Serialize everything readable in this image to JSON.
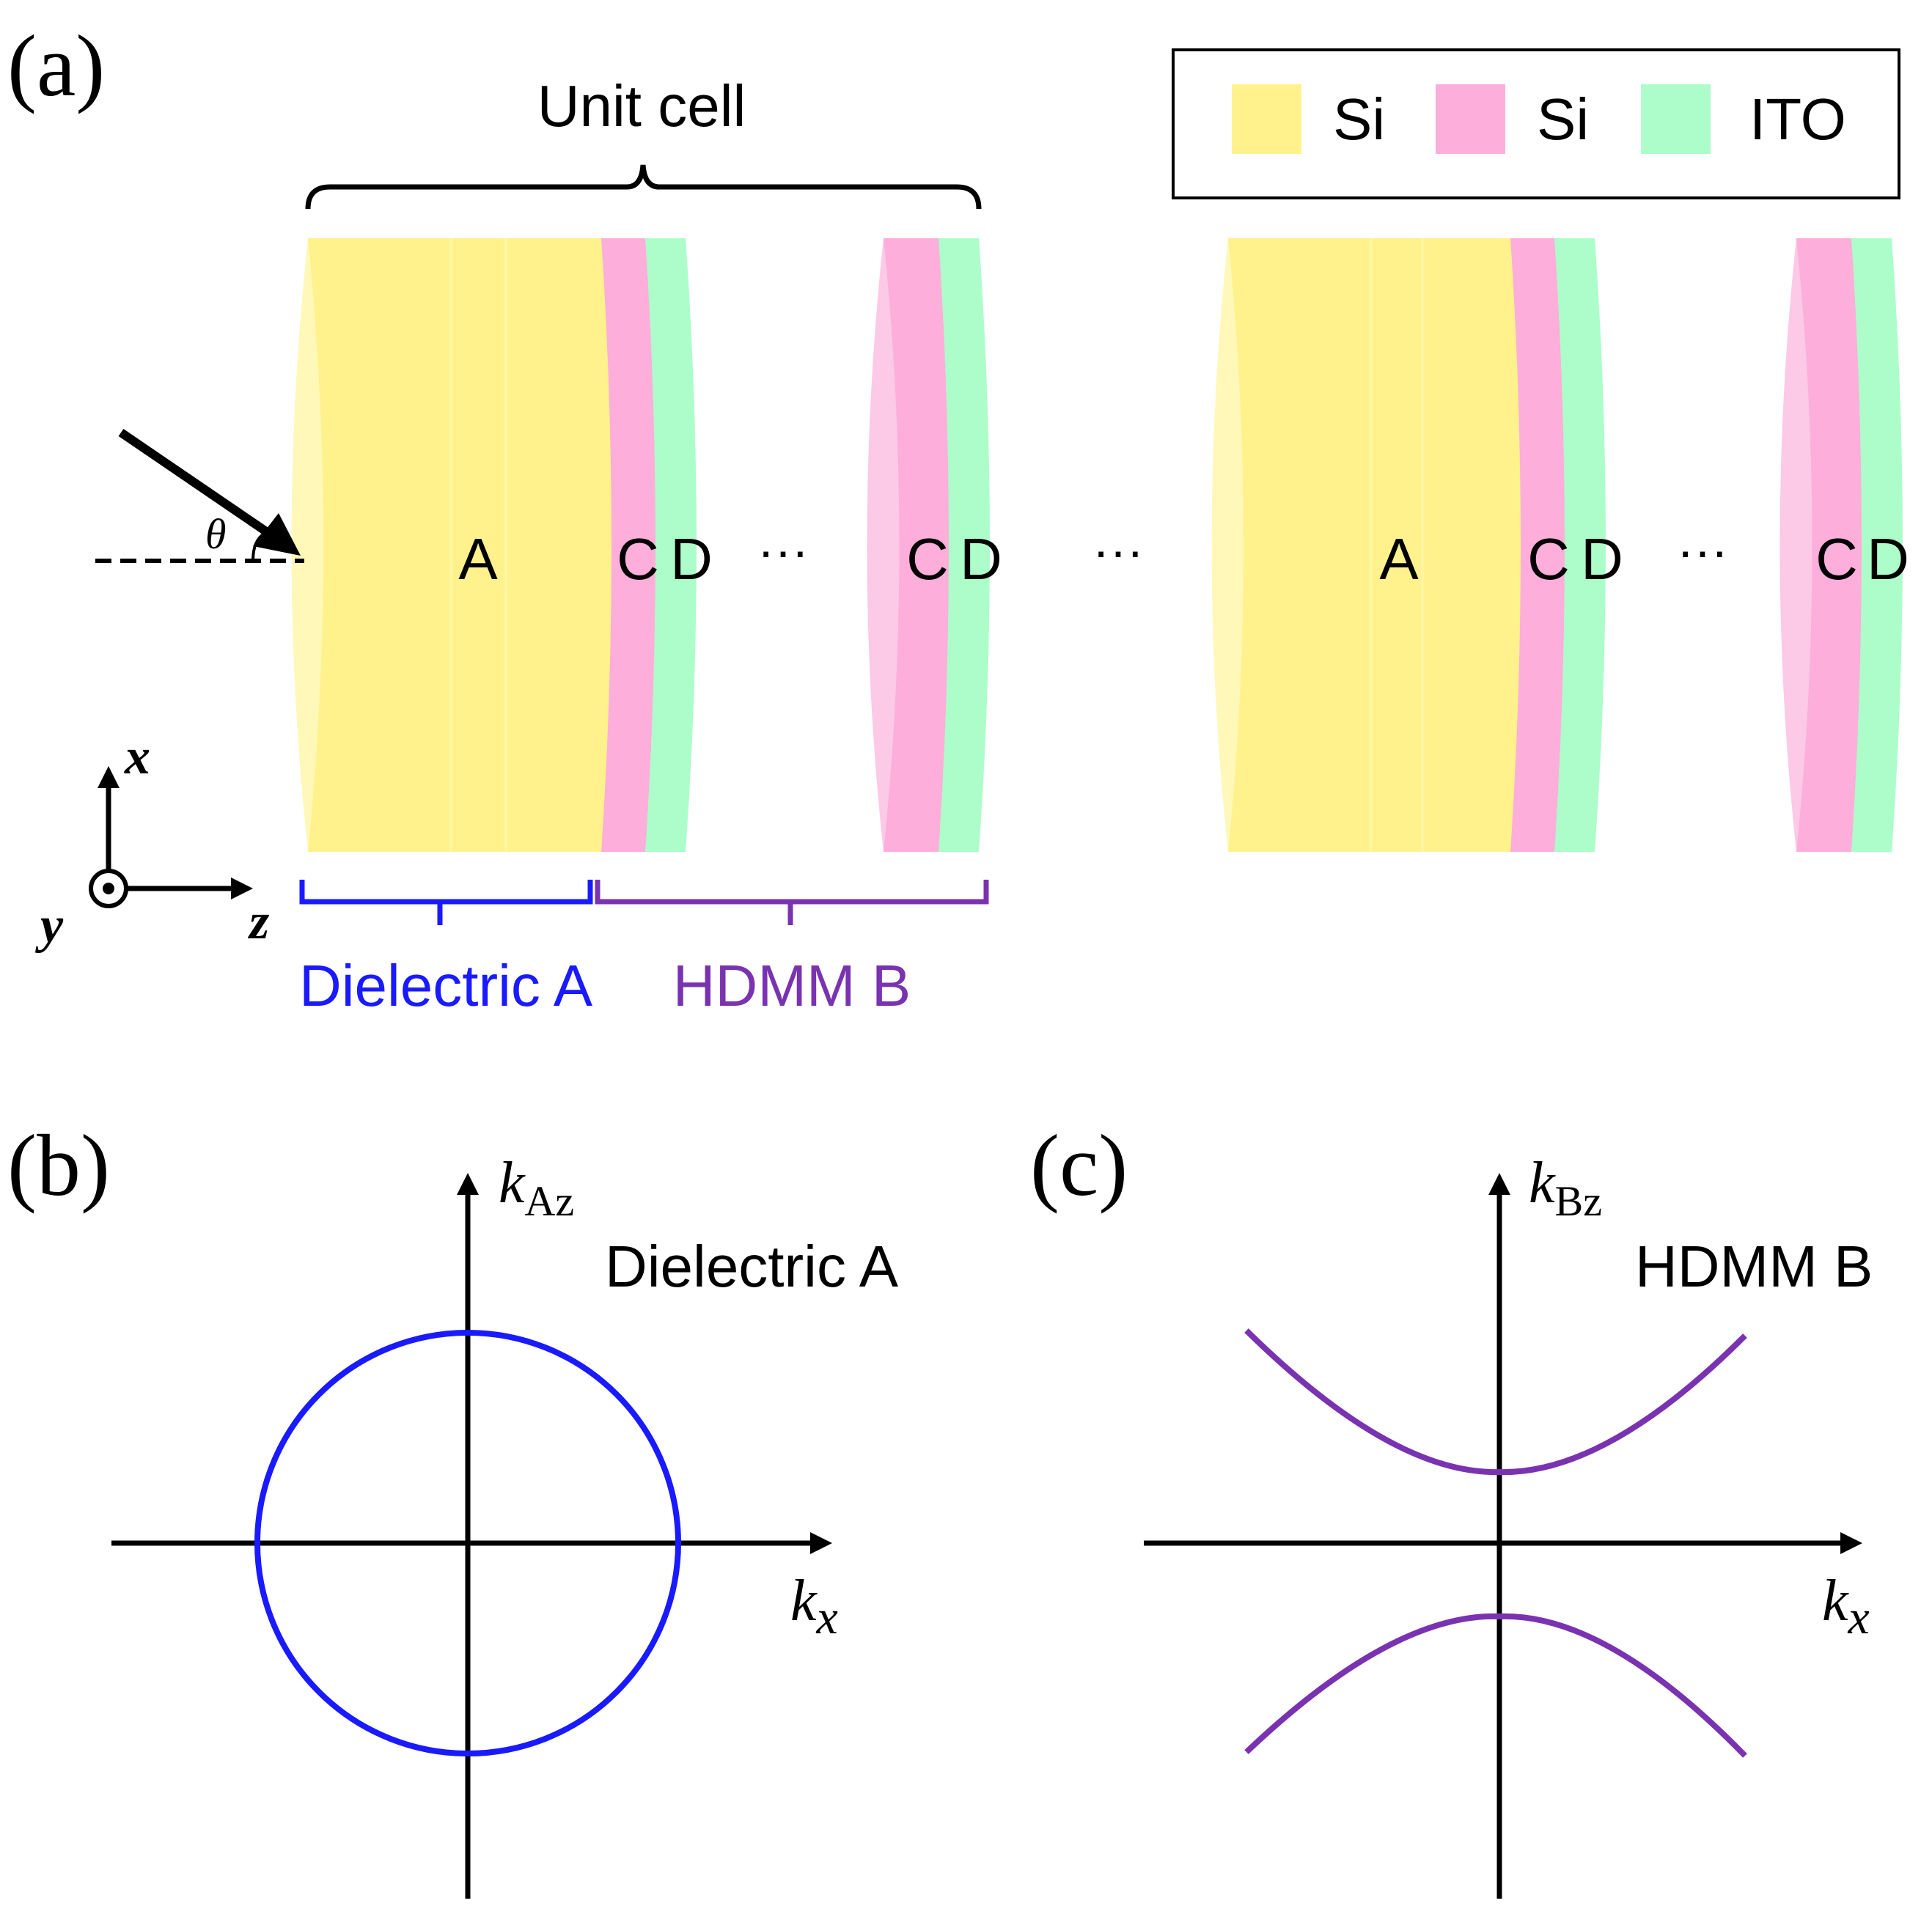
{
  "panels": {
    "a": "(a)",
    "b": "(b)",
    "c": "(c)"
  },
  "unit_cell_label": "Unit cell",
  "legend": [
    {
      "label": "Si",
      "color": "#fff28c"
    },
    {
      "label": "Si",
      "color": "#fdaedb"
    },
    {
      "label": "ITO",
      "color": "#adfdca"
    }
  ],
  "layers": {
    "A": "A",
    "C": "C",
    "D": "D"
  },
  "ellipsis": "···",
  "angle_label": "θ",
  "axes": {
    "x": "x",
    "y": "y",
    "z": "z"
  },
  "brace_labels": {
    "dielectric": "Dielectric A",
    "hdmm": "HDMM B"
  },
  "plot_b": {
    "ylabel_main": "k",
    "ylabel_sub": "Az",
    "xlabel_main": "k",
    "xlabel_sub": "x",
    "title": "Dielectric A",
    "curve_color": "#1a1aff"
  },
  "plot_c": {
    "ylabel_main": "k",
    "ylabel_sub": "Bz",
    "xlabel_main": "k",
    "xlabel_sub": "x",
    "title": "HDMM B",
    "curve_color": "#7a33b0"
  },
  "colors": {
    "si_yellow": "#fff28c",
    "si_pink": "#fdaedb",
    "ito_green": "#adfdca",
    "blue": "#1a1aff",
    "purple": "#7a33b0"
  }
}
